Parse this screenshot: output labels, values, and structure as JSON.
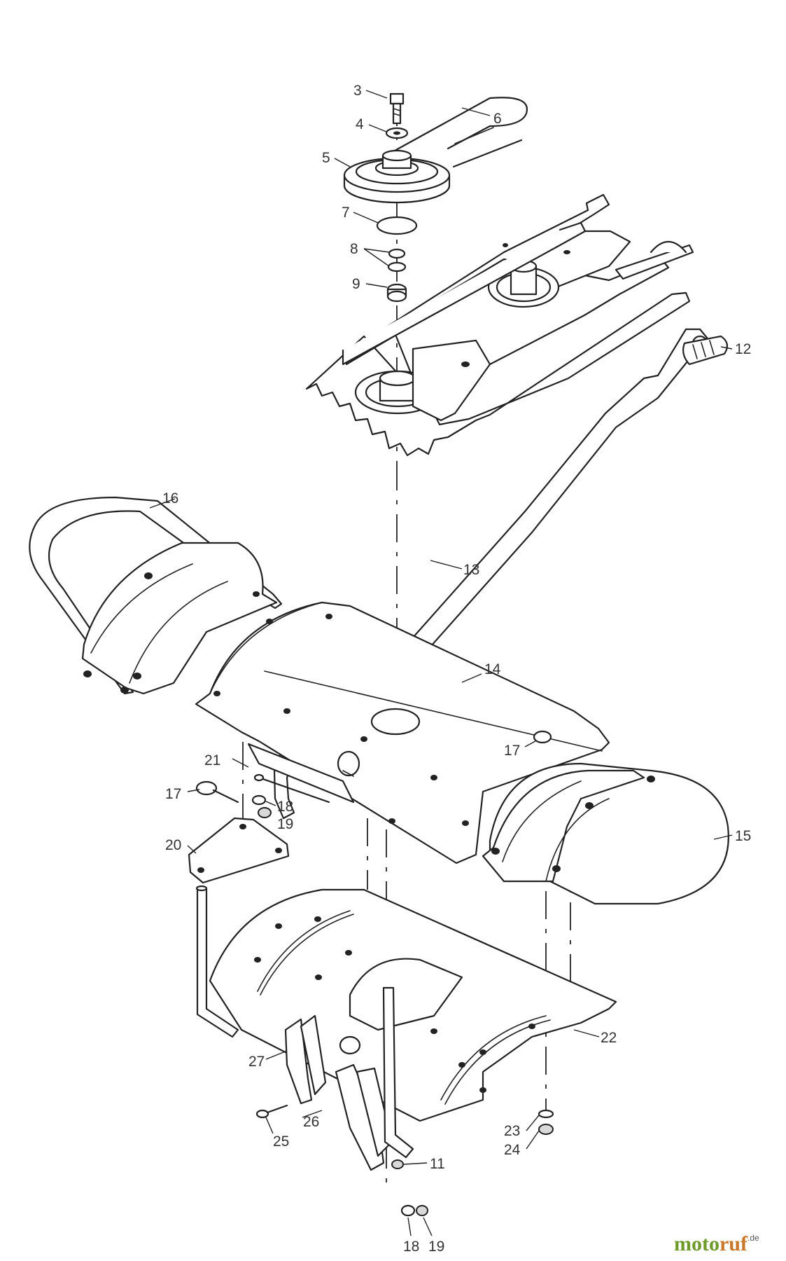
{
  "callouts": {
    "c3": "3",
    "c4": "4",
    "c5": "5",
    "c6": "6",
    "c7": "7",
    "c8": "8",
    "c9": "9",
    "c11": "11",
    "c12": "12",
    "c13": "13",
    "c14": "14",
    "c15": "15",
    "c16": "16",
    "c17a": "17",
    "c17b": "17",
    "c18a": "18",
    "c18b": "18",
    "c19a": "19",
    "c19b": "19",
    "c20": "20",
    "c21": "21",
    "c22": "22",
    "c23": "23",
    "c24": "24",
    "c25": "25",
    "c26": "26",
    "c27": "27"
  },
  "watermark": {
    "part1": "moto",
    "part2": "ruf",
    "suffix": ".de"
  },
  "colors": {
    "line": "#222222",
    "label": "#333333",
    "watermark_green": "#6e9a2a",
    "watermark_orange": "#c8782a"
  }
}
